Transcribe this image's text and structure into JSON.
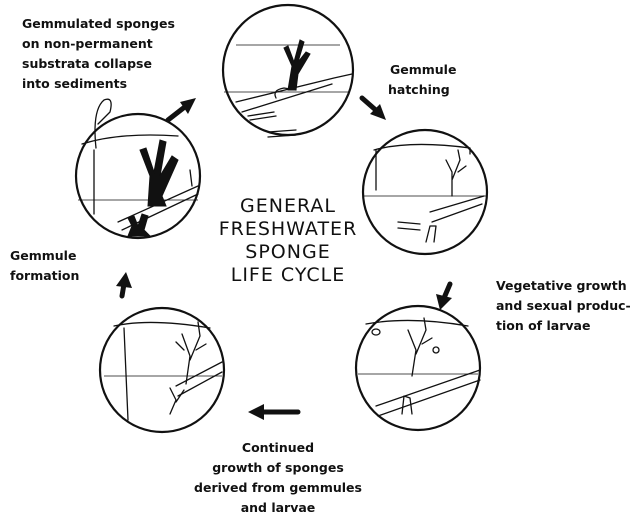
{
  "title": {
    "lines": [
      "GENERAL",
      "FRESHWATER",
      "SPONGE",
      "LIFE CYCLE"
    ]
  },
  "labels": {
    "gemmulated_collapse": [
      "Gemmulated sponges",
      "on non-permanent",
      "substrata collapse",
      "into sediments"
    ],
    "gemmule_hatching": [
      "Gemmule",
      "hatching"
    ],
    "vegetative_growth": [
      "Vegetative growth",
      "and sexual produc-",
      "tion of larvae"
    ],
    "continued_growth": [
      "Continued",
      "growth of sponges",
      "derived from gemmules",
      "and larvae"
    ],
    "gemmule_formation": [
      "Gemmule",
      "formation"
    ]
  },
  "colors": {
    "ink": "#111111",
    "background": "#ffffff"
  }
}
